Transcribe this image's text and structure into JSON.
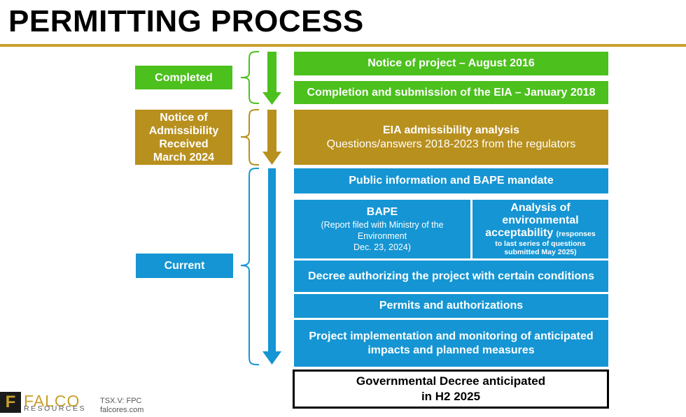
{
  "title": "PERMITTING PROCESS",
  "colors": {
    "green": "#4cc01d",
    "gold": "#b8901e",
    "blue": "#1595d3",
    "rule": "#c8a02a"
  },
  "stages": {
    "completed": "Completed",
    "notice": [
      "Notice of",
      "Admissibility",
      "Received",
      "March 2024"
    ],
    "current": "Current"
  },
  "steps": {
    "notice_of_project": "Notice of project – August 2016",
    "eia_submission": "Completion and submission of the EIA – January 2018",
    "eia_analysis_title": "EIA admissibility analysis",
    "eia_analysis_sub": "Questions/answers 2018-2023 from the regulators",
    "public_info": "Public information and BAPE mandate",
    "bape_title": "BAPE",
    "bape_sub1": "(Report filed with Ministry of the",
    "bape_sub2": "Environment",
    "bape_sub3": "Dec. 23, 2024)",
    "analysis_line1": "Analysis of",
    "analysis_line2": "environmental",
    "analysis_line3": "acceptability",
    "analysis_paren1": "(responses",
    "analysis_paren2": "to last series of questions",
    "analysis_paren3": "submitted May 2025)",
    "decree_authorizing": "Decree authorizing the project with certain conditions",
    "permits": "Permits and authorizations",
    "implementation1": "Project implementation and monitoring of anticipated",
    "implementation2": "impacts and planned measures"
  },
  "decree": {
    "line1": "Governmental Decree anticipated",
    "line2": "in H2 2025"
  },
  "footer": {
    "logo_mark": "F",
    "logo_name": "FALCO",
    "logo_sub": "RESOURCES",
    "ticker": "TSX.V: FPC",
    "website": "falcores.com"
  }
}
